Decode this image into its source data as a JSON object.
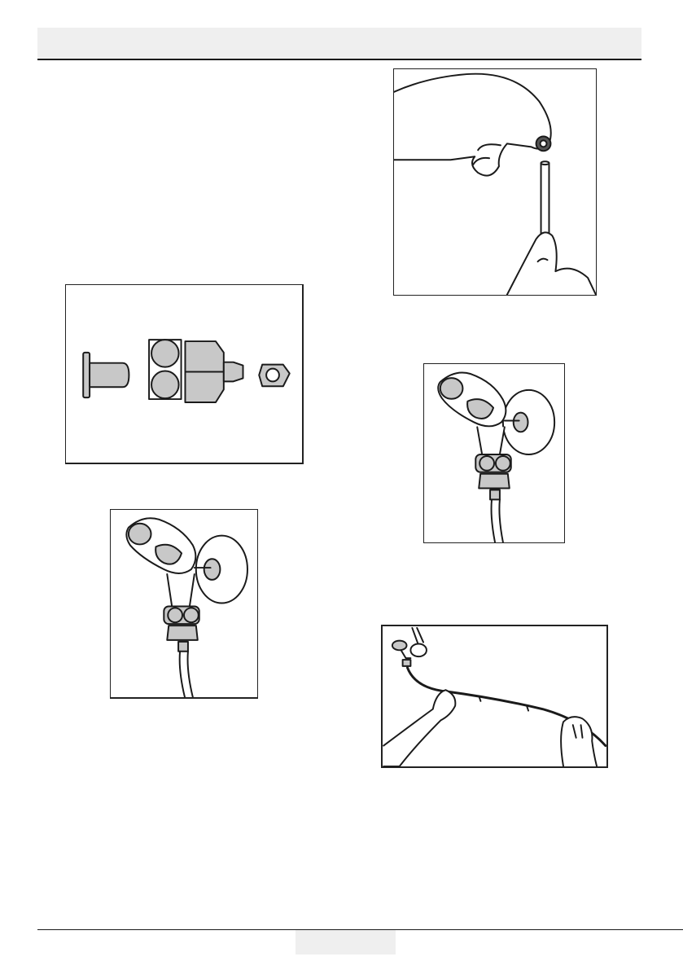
{
  "header": {
    "title": ""
  },
  "figures": [
    {
      "id": "fig-connector-parts",
      "caption": ""
    },
    {
      "id": "fig-insert-seal",
      "caption": ""
    },
    {
      "id": "fig-valve-connected-left",
      "caption": ""
    },
    {
      "id": "fig-valve-connected-right",
      "caption": ""
    },
    {
      "id": "fig-route-hose",
      "caption": ""
    }
  ],
  "footer": {
    "page_number": ""
  },
  "colors": {
    "fill_gray": "#c8c8c8",
    "stroke": "#1a1a1a"
  }
}
